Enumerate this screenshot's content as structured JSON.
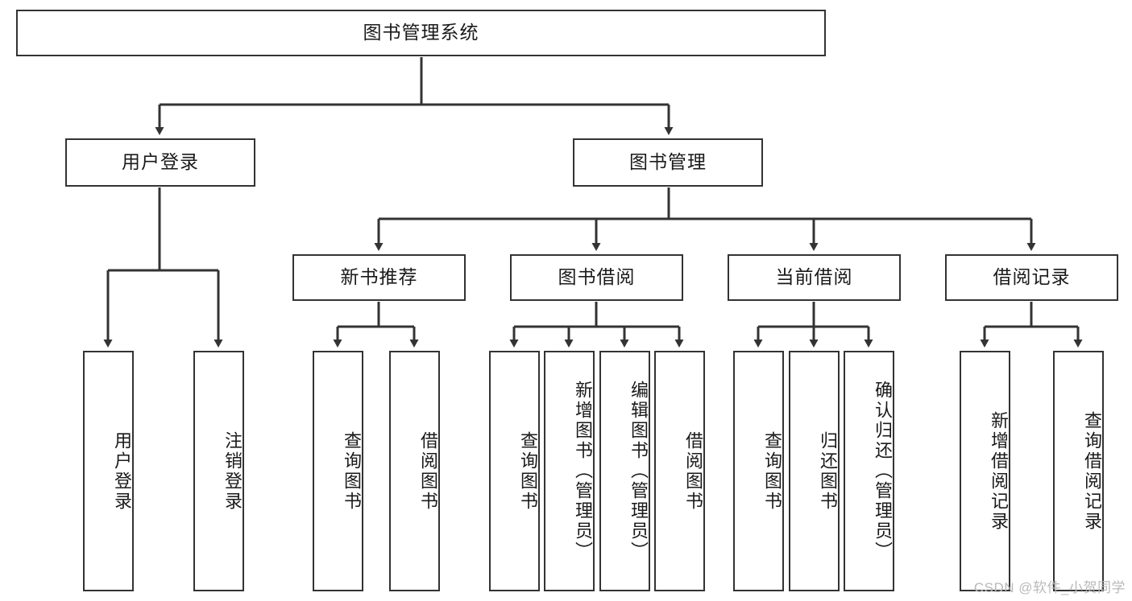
{
  "diagram": {
    "type": "tree",
    "title": "图书管理系统",
    "orientation": "top-down",
    "watermark": "CSDN @软件_小贺同学",
    "colors": {
      "box_border": "#333333",
      "box_fill": "#ffffff",
      "connector": "#333333",
      "text": "#1a1a1a",
      "watermark": "#b9b9b9"
    }
  },
  "nodes": {
    "root": {
      "label": "图书管理系统"
    },
    "level2": [
      {
        "id": "user-login",
        "label": "用户登录"
      },
      {
        "id": "book-management",
        "label": "图书管理"
      }
    ],
    "level3": [
      {
        "id": "new-book-recommend",
        "label": "新书推荐"
      },
      {
        "id": "book-borrow",
        "label": "图书借阅"
      },
      {
        "id": "current-borrow",
        "label": "当前借阅"
      },
      {
        "id": "borrow-record",
        "label": "借阅记录"
      }
    ],
    "leaves": {
      "user-login": [
        {
          "id": "leaf-user-login",
          "label": "用户登录"
        },
        {
          "id": "leaf-logout",
          "label": "注销登录"
        }
      ],
      "new-book-recommend": [
        {
          "id": "leaf-query-book-1",
          "label": "查询图书"
        },
        {
          "id": "leaf-borrow-book-1",
          "label": "借阅图书"
        }
      ],
      "book-borrow": [
        {
          "id": "leaf-query-book-2",
          "label": "查询图书"
        },
        {
          "id": "leaf-add-book",
          "label": "新增图书（管理员）"
        },
        {
          "id": "leaf-edit-book",
          "label": "编辑图书（管理员）"
        },
        {
          "id": "leaf-borrow-book-2",
          "label": "借阅图书"
        }
      ],
      "current-borrow": [
        {
          "id": "leaf-query-book-3",
          "label": "查询图书"
        },
        {
          "id": "leaf-return-book",
          "label": "归还图书"
        },
        {
          "id": "leaf-confirm-return",
          "label": "确认归还（管理员）"
        }
      ],
      "borrow-record": [
        {
          "id": "leaf-add-record",
          "label": "新增借阅记录"
        },
        {
          "id": "leaf-query-record",
          "label": "查询借阅记录"
        }
      ]
    }
  }
}
